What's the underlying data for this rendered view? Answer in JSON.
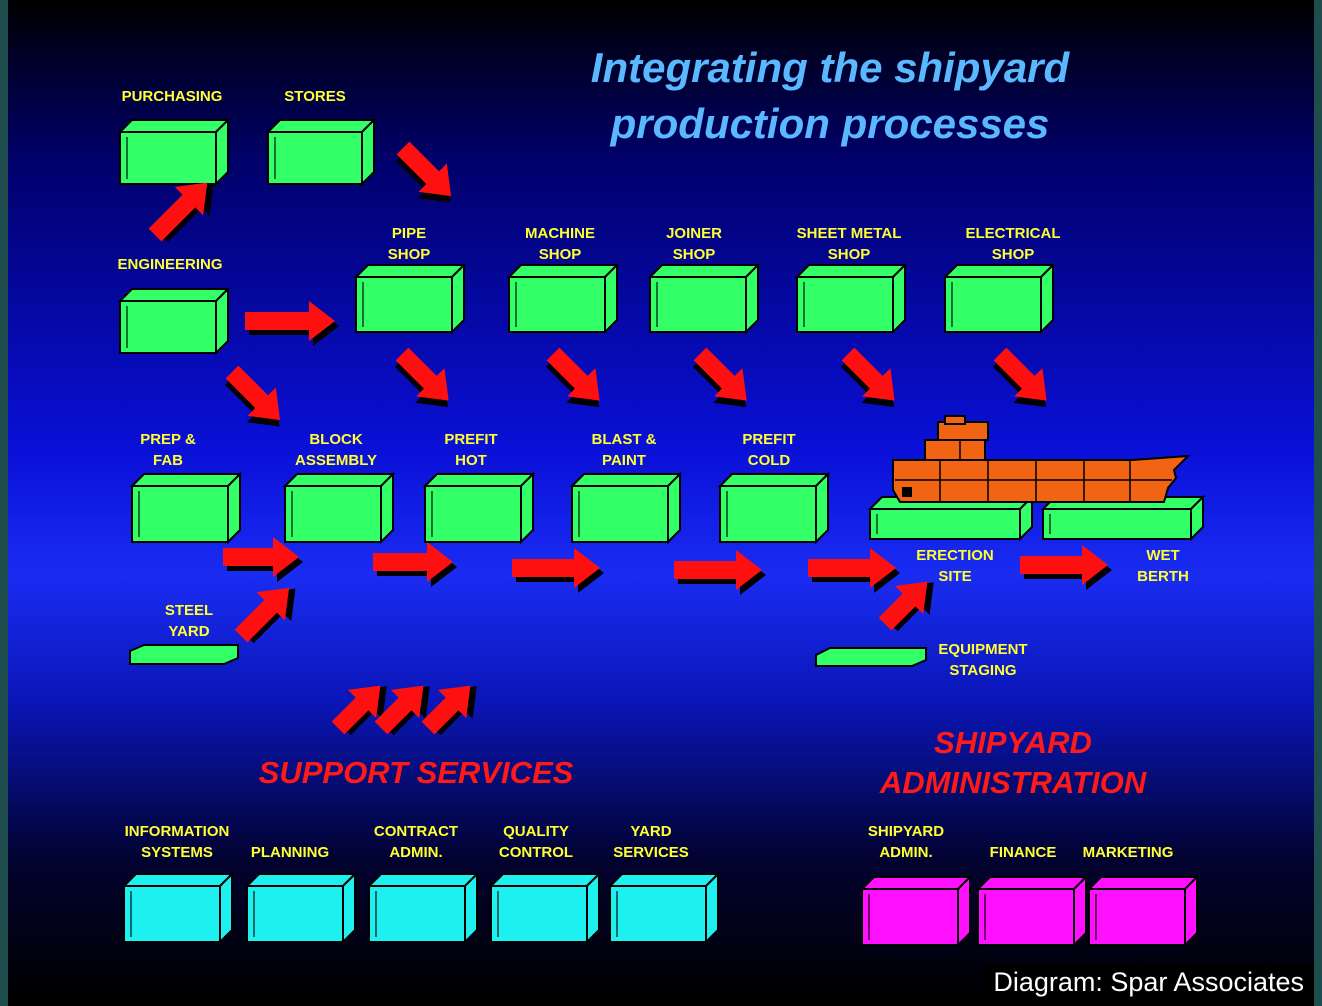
{
  "title_lines": [
    "Integrating the shipyard",
    "production processes"
  ],
  "labels": {
    "purchasing": [
      "PURCHASING"
    ],
    "stores": [
      "STORES"
    ],
    "engineering": [
      "ENGINEERING"
    ],
    "pipe_shop": [
      "PIPE",
      "SHOP"
    ],
    "machine_shop": [
      "MACHINE",
      "SHOP"
    ],
    "joiner_shop": [
      "JOINER",
      "SHOP"
    ],
    "sheet_metal_shop": [
      "SHEET METAL",
      "SHOP"
    ],
    "electrical_shop": [
      "ELECTRICAL",
      "SHOP"
    ],
    "prep_fab": [
      "PREP &",
      "FAB"
    ],
    "block_assembly": [
      "BLOCK",
      "ASSEMBLY"
    ],
    "prefit_hot": [
      "PREFIT",
      "HOT"
    ],
    "blast_paint": [
      "BLAST &",
      "PAINT"
    ],
    "prefit_cold": [
      "PREFIT",
      "COLD"
    ],
    "erection_site": [
      "ERECTION",
      "SITE"
    ],
    "wet_berth": [
      "WET",
      "BERTH"
    ],
    "steel_yard": [
      "STEEL",
      "YARD"
    ],
    "equipment_staging": [
      "EQUIPMENT",
      "STAGING"
    ],
    "information_systems": [
      "INFORMATION",
      "SYSTEMS"
    ],
    "planning": [
      "PLANNING"
    ],
    "contract_admin": [
      "CONTRACT",
      "ADMIN."
    ],
    "quality_control": [
      "QUALITY",
      "CONTROL"
    ],
    "yard_services": [
      "YARD",
      "SERVICES"
    ],
    "shipyard_admin": [
      "SHIPYARD",
      "ADMIN."
    ],
    "finance": [
      "FINANCE"
    ],
    "marketing": [
      "MARKETING"
    ]
  },
  "headers": {
    "support_services": [
      "SUPPORT SERVICES"
    ],
    "shipyard_administration": [
      "SHIPYARD",
      "ADMINISTRATION"
    ]
  },
  "credit": "Diagram: Spar Associates",
  "colors": {
    "production_box": "#33ff66",
    "support_box": "#1ef0f0",
    "admin_box": "#ff10ff",
    "arrow": "#ff1010",
    "ship_hull": "#f06414",
    "label_text": "#ffff33",
    "header_text": "#ff1a1a",
    "title_text": "#5ab8ff"
  }
}
